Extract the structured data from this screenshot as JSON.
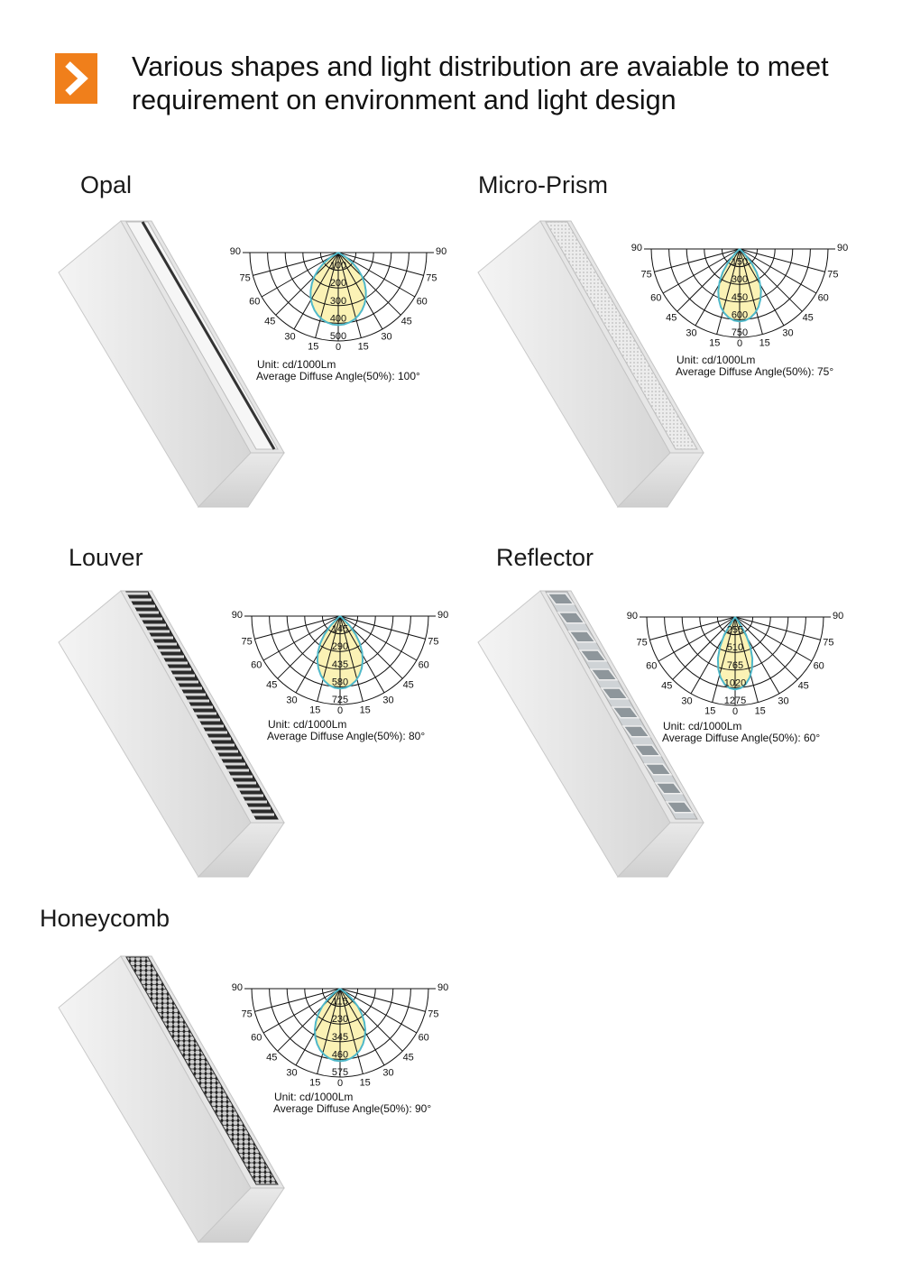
{
  "header": {
    "icon": "chevron-right-icon",
    "accent": "#f07f1b",
    "line1": "Various shapes and light distribution are avaiable to meet",
    "line2": "requirement on environment and light design"
  },
  "polar_angles": [
    "90",
    "75",
    "60",
    "45",
    "30",
    "15",
    "0",
    "15",
    "30",
    "45",
    "60",
    "75",
    "90"
  ],
  "products": [
    {
      "id": "opal",
      "title": "Opal",
      "diffuser": "opal",
      "unit": "Unit: cd/1000Lm",
      "angle_label": "Average Diffuse Angle(50%): 100°",
      "chart_data": {
        "type": "polar",
        "rings": [
          "100",
          "200",
          "300",
          "400",
          "500"
        ],
        "beam_angle_deg": 100
      }
    },
    {
      "id": "micro-prism",
      "title": "Micro-Prism",
      "diffuser": "prism",
      "unit": "Unit: cd/1000Lm",
      "angle_label": "Average Diffuse Angle(50%): 75°",
      "chart_data": {
        "type": "polar",
        "rings": [
          "150",
          "300",
          "450",
          "600",
          "750"
        ],
        "beam_angle_deg": 75
      }
    },
    {
      "id": "louver",
      "title": "Louver",
      "diffuser": "louver",
      "unit": "Unit: cd/1000Lm",
      "angle_label": "Average Diffuse Angle(50%): 80°",
      "chart_data": {
        "type": "polar",
        "rings": [
          "145",
          "290",
          "435",
          "580",
          "725"
        ],
        "beam_angle_deg": 80
      }
    },
    {
      "id": "reflector",
      "title": "Reflector",
      "diffuser": "reflector",
      "unit": "Unit: cd/1000Lm",
      "angle_label": "Average Diffuse Angle(50%): 60°",
      "chart_data": {
        "type": "polar",
        "rings": [
          "255",
          "510",
          "765",
          "1020",
          "1275"
        ],
        "beam_angle_deg": 60
      }
    },
    {
      "id": "honeycomb",
      "title": "Honeycomb",
      "diffuser": "honeycomb",
      "unit": "Unit: cd/1000Lm",
      "angle_label": "Average Diffuse Angle(50%): 90°",
      "chart_data": {
        "type": "polar",
        "rings": [
          "115",
          "230",
          "345",
          "460",
          "575"
        ],
        "beam_angle_deg": 90
      }
    }
  ],
  "colors": {
    "curve": "#4fb8c9",
    "fill": "#fbf2b5",
    "grid": "#111111"
  }
}
